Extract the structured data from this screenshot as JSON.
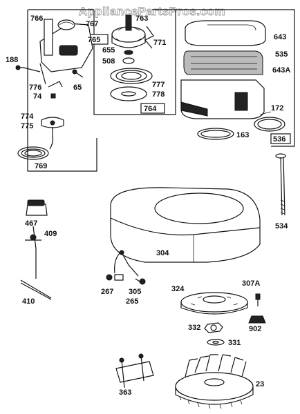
{
  "watermark": "AppliancePartsPros.com",
  "labels": {
    "p766": "766",
    "p767": "767",
    "p763": "763",
    "p765": "765",
    "p771": "771",
    "p655": "655",
    "p508": "508",
    "p777": "777",
    "p778": "778",
    "p764": "764",
    "p188": "188",
    "p776": "776",
    "p74": "74",
    "p65": "65",
    "p774": "774",
    "p775": "775",
    "p769": "769",
    "p643": "643",
    "p535": "535",
    "p643a": "643A",
    "p172": "172",
    "p163": "163",
    "p536": "536",
    "p534": "534",
    "p467": "467",
    "p409": "409",
    "p410": "410",
    "p304": "304",
    "p267": "267",
    "p305": "305",
    "p265": "265",
    "p324": "324",
    "p307a": "307A",
    "p332": "332",
    "p902": "902",
    "p331": "331",
    "p363": "363",
    "p23": "23"
  }
}
